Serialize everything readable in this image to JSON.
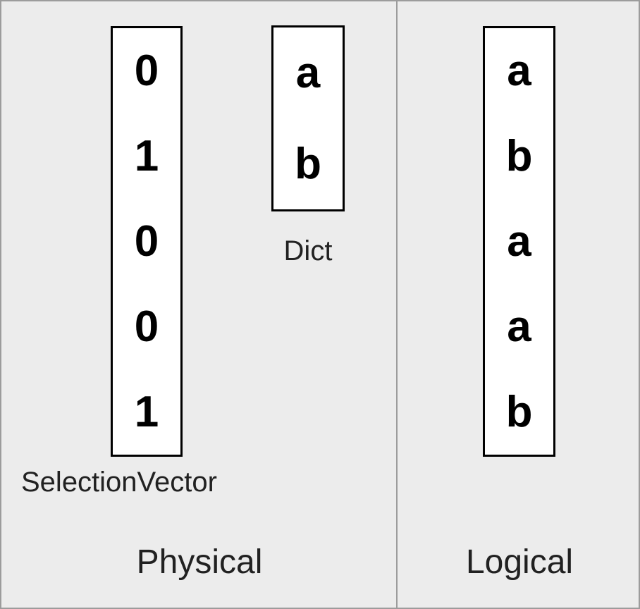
{
  "diagram": {
    "background_color": "#ececec",
    "border_color": "#9c9c9c",
    "box_fill_color": "#ffffff",
    "box_border_color": "#000000",
    "text_color": "#212121"
  },
  "panels": {
    "physical": {
      "caption": "Physical",
      "selection_vector": {
        "caption": "SelectionVector",
        "values": [
          "0",
          "1",
          "0",
          "0",
          "1"
        ]
      },
      "dict": {
        "caption": "Dict",
        "values": [
          "a",
          "b"
        ]
      }
    },
    "logical": {
      "caption": "Logical",
      "column": {
        "values": [
          "a",
          "b",
          "a",
          "a",
          "b"
        ]
      }
    }
  }
}
